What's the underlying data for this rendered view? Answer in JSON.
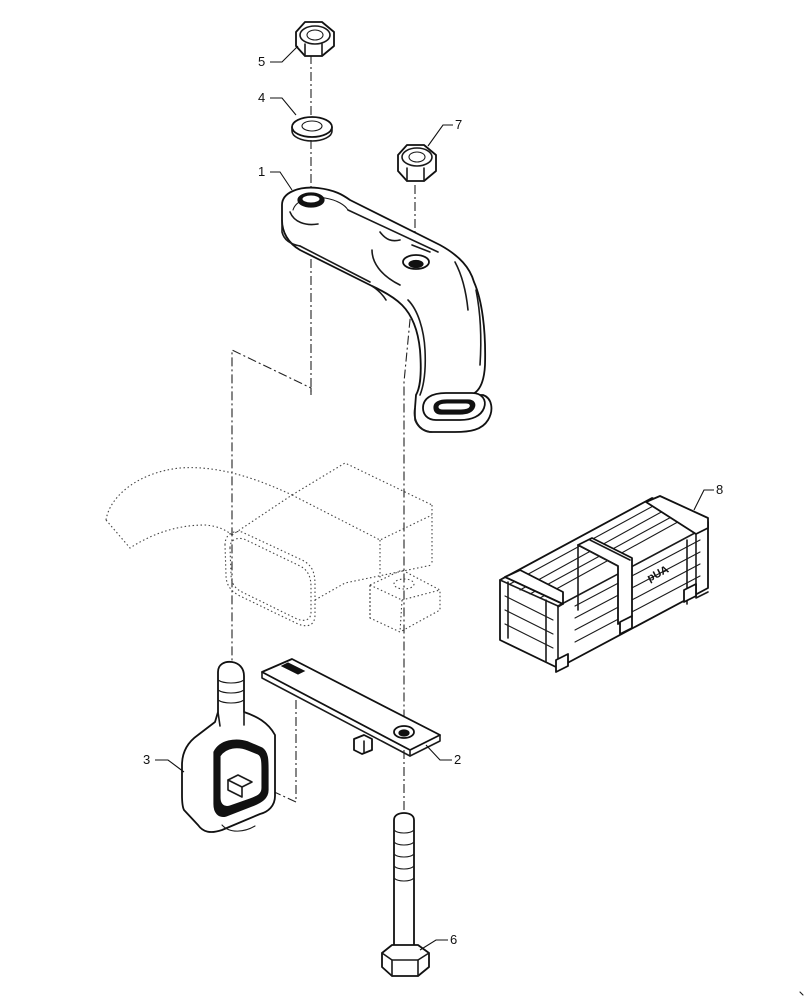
{
  "callouts": {
    "c1": "1",
    "c2": "2",
    "c3": "3",
    "c4": "4",
    "c5": "5",
    "c6": "6",
    "c7": "7",
    "c8": "8"
  },
  "crate": {
    "logo": "pUA"
  }
}
